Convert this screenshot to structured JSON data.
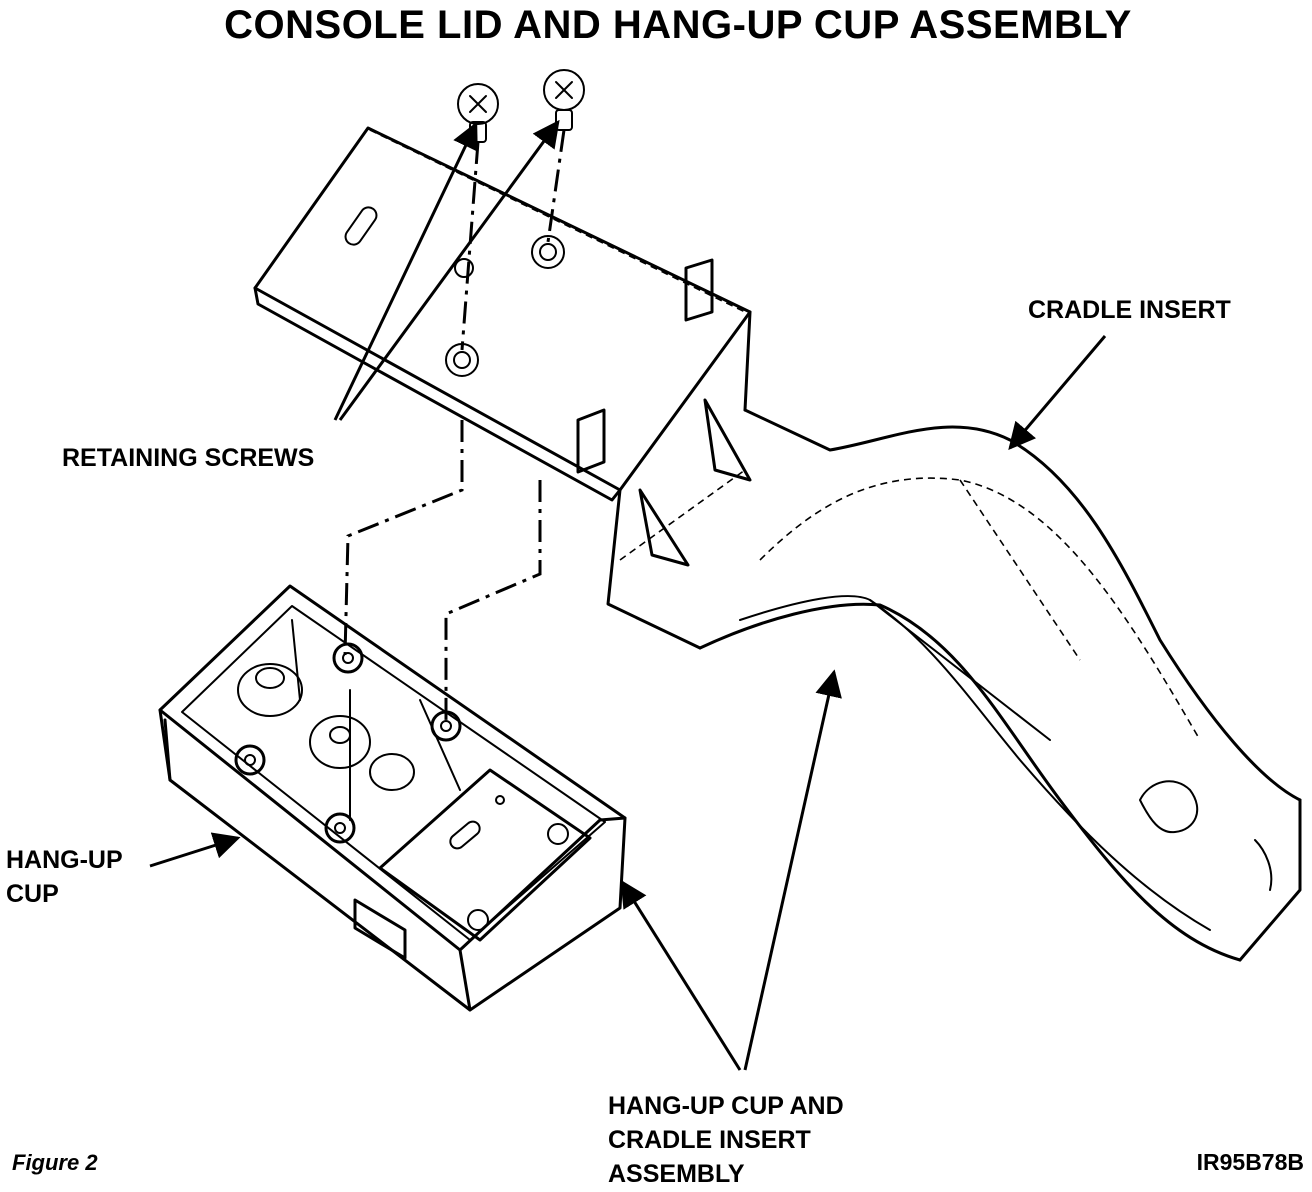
{
  "title": "CONSOLE LID AND HANG-UP CUP ASSEMBLY",
  "labels": {
    "cradle_insert": "CRADLE INSERT",
    "retaining_screws": "RETAINING SCREWS",
    "hang_up_cup_line1": "HANG-UP",
    "hang_up_cup_line2": "CUP",
    "assembly_line1": "HANG-UP CUP AND",
    "assembly_line2": "CRADLE INSERT",
    "assembly_line3": "ASSEMBLY"
  },
  "figure_label": "Figure 2",
  "figure_code": "IR95B78B"
}
